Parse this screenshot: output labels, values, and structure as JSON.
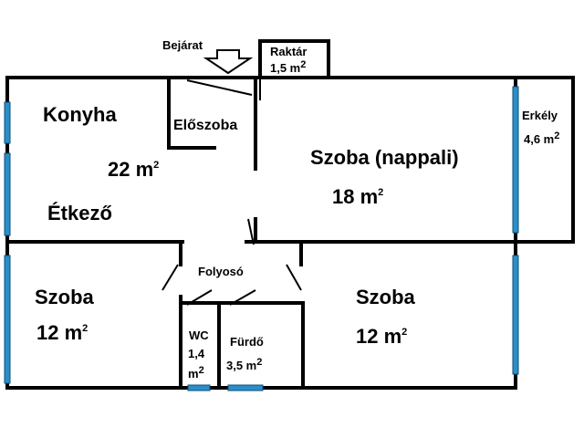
{
  "plan": {
    "entrance": "Bejárat",
    "storage": {
      "name": "Raktár",
      "area": "1,5 m",
      "sup": "2"
    },
    "kitchen": {
      "name": "Konyha",
      "area": "22 m",
      "sup": "2",
      "dining": "Étkező"
    },
    "hall": {
      "name": "Előszoba"
    },
    "living": {
      "name": "Szoba (nappali)",
      "area": "18 m",
      "sup": "2"
    },
    "balcony": {
      "name": "Erkély",
      "area": "4,6 m",
      "sup": "2"
    },
    "corridor": {
      "name": "Folyosó"
    },
    "room_left": {
      "name": "Szoba",
      "area": "12 m",
      "sup": "2"
    },
    "room_right": {
      "name": "Szoba",
      "area": "12 m",
      "sup": "2"
    },
    "wc": {
      "name": "WC",
      "area_num": "1,4",
      "area_unit": "m",
      "sup": "2"
    },
    "bath": {
      "name": "Fürdő",
      "area": "3,5 m",
      "sup": "2"
    },
    "colors": {
      "wall": "#000000",
      "window": "#2a8fc9",
      "background": "#ffffff"
    }
  }
}
